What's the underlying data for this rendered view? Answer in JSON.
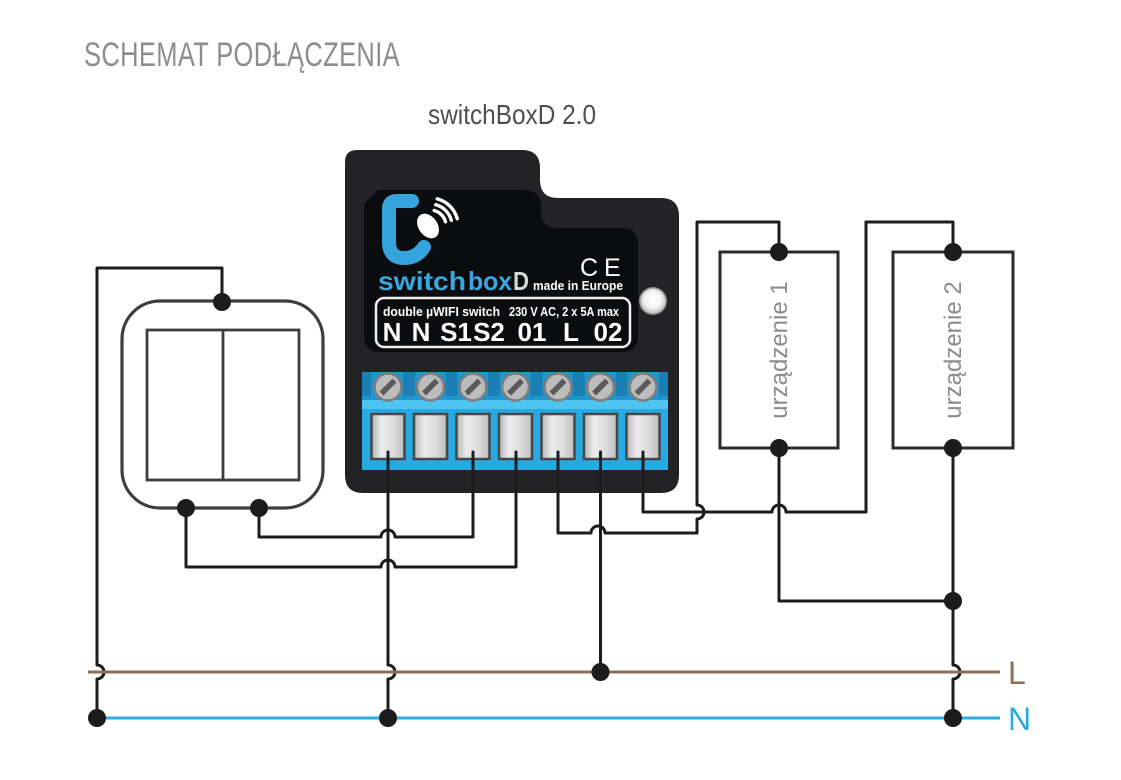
{
  "title": "SCHEMAT PODŁĄCZENIA",
  "subtitle": "switchBoxD 2.0",
  "device": {
    "brand_switch": "switch",
    "brand_box": "box",
    "brand_d": "D",
    "made_in": "made in Europe",
    "ce_mark": "CE",
    "spec_left": "double µWIFI switch",
    "spec_right": "230 V AC, 2 x 5A max",
    "terminals": [
      {
        "label": "N"
      },
      {
        "label": "N"
      },
      {
        "label": "S1"
      },
      {
        "label": "S2"
      },
      {
        "label": "01"
      },
      {
        "label": "L"
      },
      {
        "label": "02"
      }
    ]
  },
  "loads": [
    {
      "label": "urządzenie 1"
    },
    {
      "label": "urządzenie 2"
    }
  ],
  "mains": {
    "line_label": "L",
    "neutral_label": "N"
  },
  "colors": {
    "accent_blue": "#3aa7df",
    "terminal_blue": "#29a9e2",
    "line_brown": "#8a7158",
    "line_blue": "#2babe2",
    "wire_black": "#1c1c1c"
  }
}
